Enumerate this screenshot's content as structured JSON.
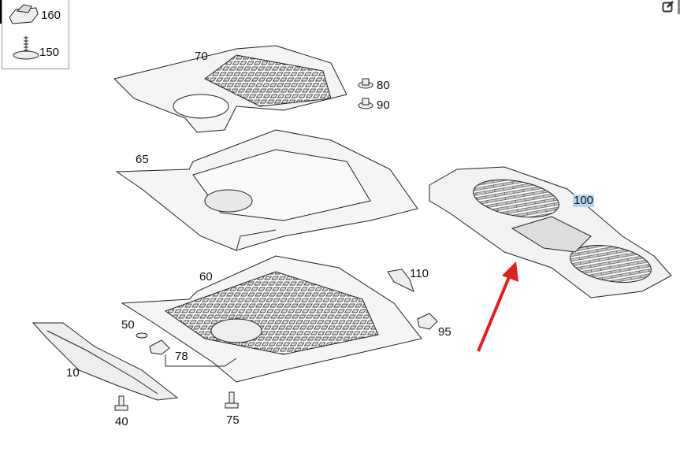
{
  "diagram": {
    "legend": [
      {
        "part": "clip",
        "number": "160"
      },
      {
        "part": "screw-washer",
        "number": "150"
      }
    ],
    "labels": {
      "p70": "70",
      "p80": "80",
      "p90": "90",
      "p65": "65",
      "p100": "100",
      "p60": "60",
      "p110": "110",
      "p50": "50",
      "p95": "95",
      "p78": "78",
      "p10": "10",
      "p40": "40",
      "p75": "75"
    },
    "highlighted_part": "100",
    "arrow_color": "#e02020"
  }
}
